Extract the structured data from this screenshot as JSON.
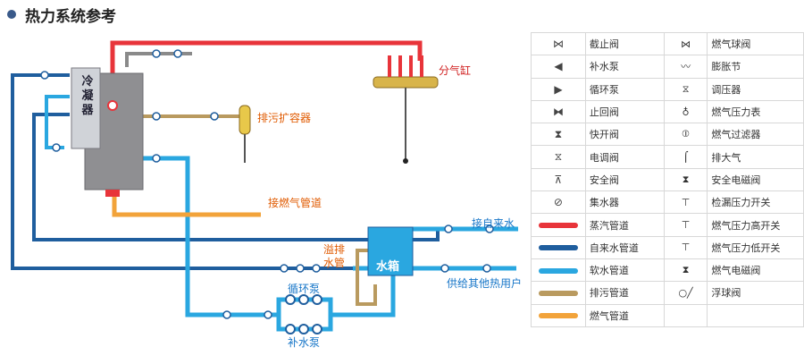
{
  "title": "热力系统参考",
  "labels": {
    "condenser": "冷凝器",
    "gas_header": "分气缸",
    "blowdown_expander": "排污扩容器",
    "gas_pipe_connect": "接燃气管道",
    "overflow_drain": "溢排",
    "water_pipe": "水管",
    "water_tank": "水箱",
    "city_water": "接自来水",
    "supply_other": "供给其他热用户",
    "circulation_pump": "循环泵",
    "makeup_pump": "补水泵"
  },
  "colors": {
    "steam": "#e8343a",
    "tap_water": "#1f5e9e",
    "soft_water": "#2aa7e0",
    "blowdown": "#b99a5f",
    "gas": "#f2a33a"
  },
  "legend": [
    {
      "left_icon": "globe-valve-icon",
      "left": "截止阀",
      "right_icon": "gas-ball-valve-icon",
      "right": "燃气球阀"
    },
    {
      "left_icon": "makeup-pump-icon",
      "left": "补水泵",
      "right_icon": "expansion-joint-icon",
      "right": "膨胀节"
    },
    {
      "left_icon": "circulation-pump-icon",
      "left": "循环泵",
      "right_icon": "pressure-regulator-icon",
      "right": "调压器"
    },
    {
      "left_icon": "check-valve-icon",
      "left": "止回阀",
      "right_icon": "gas-pressure-gauge-icon",
      "right": "燃气压力表"
    },
    {
      "left_icon": "quick-open-valve-icon",
      "left": "快开阀",
      "right_icon": "gas-filter-icon",
      "right": "燃气过滤器"
    },
    {
      "left_icon": "electric-control-valve-icon",
      "left": "电调阀",
      "right_icon": "vent-icon",
      "right": "排大气"
    },
    {
      "left_icon": "safety-valve-icon",
      "left": "安全阀",
      "right_icon": "safety-solenoid-valve-icon",
      "right": "安全电磁阀"
    },
    {
      "left_icon": "water-collector-icon",
      "left": "集水器",
      "right_icon": "leak-pressure-switch-icon",
      "right": "检漏压力开关"
    },
    {
      "left_line": "steam",
      "left": "蒸汽管道",
      "right_icon": "gas-high-pressure-switch-icon",
      "right": "燃气压力高开关"
    },
    {
      "left_line": "tap_water",
      "left": "自来水管道",
      "right_icon": "gas-low-pressure-switch-icon",
      "right": "燃气压力低开关"
    },
    {
      "left_line": "soft_water",
      "left": "软水管道",
      "right_icon": "gas-solenoid-valve-icon",
      "right": "燃气电磁阀"
    },
    {
      "left_line": "blowdown",
      "left": "排污管道",
      "right_icon": "float-valve-icon",
      "right": "浮球阀"
    },
    {
      "left_line": "gas",
      "left": "燃气管道",
      "right_icon": "",
      "right": ""
    }
  ]
}
